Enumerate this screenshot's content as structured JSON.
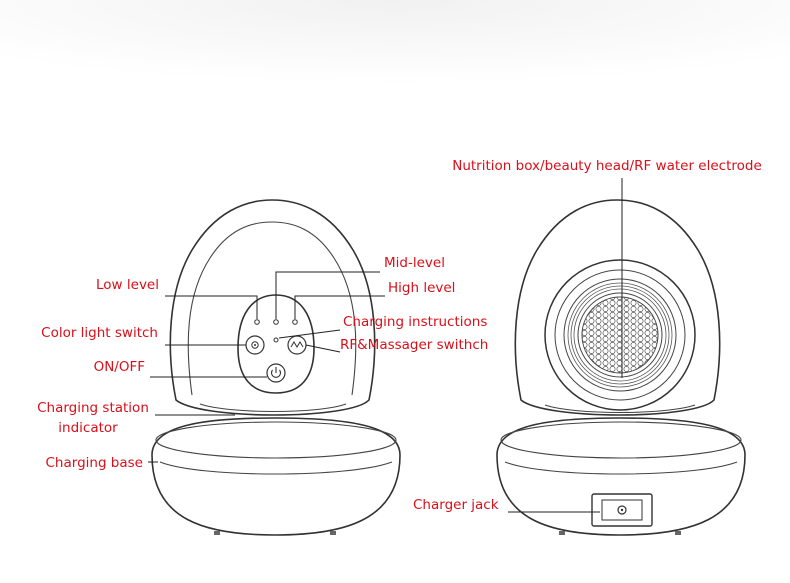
{
  "labels": {
    "low_level": "Low level",
    "mid_level": "Mid-level",
    "high_level": "High level",
    "color_light_switch": "Color light switch",
    "charging_instructions": "Charging instructions",
    "rf_massager_switch": "RF&Massager swithch",
    "on_off": "ON/OFF",
    "charging_station_indicator_line1": "Charging station",
    "charging_station_indicator_line2": "indicator",
    "charging_base": "Charging base",
    "nutrition_box": "Nutrition box/beauty head/RF water electrode",
    "charger_jack": "Charger jack"
  },
  "icons": {
    "power": "power-icon",
    "sun": "sun-icon",
    "wave": "wave-icon"
  },
  "colors": {
    "label": "#d8101a",
    "line": "#222222",
    "background": "#ffffff"
  }
}
